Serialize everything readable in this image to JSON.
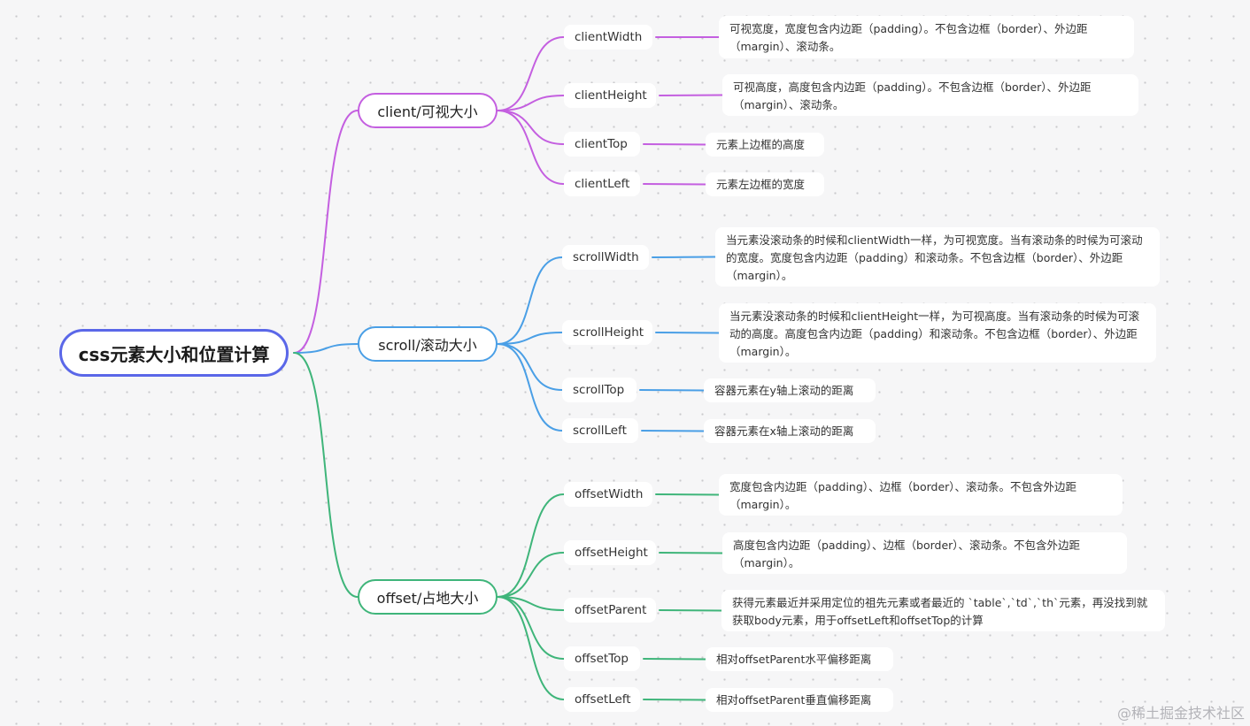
{
  "root": {
    "label": "css元素大小和位置计算",
    "color": "#5a67e8"
  },
  "branches": [
    {
      "id": "client",
      "label": "client/可视大小",
      "color": "#c45fe0",
      "children": [
        {
          "label": "clientWidth",
          "desc": "可视宽度，宽度包含内边距（padding）。不包含边框（border）、外边距（margin）、滚动条。"
        },
        {
          "label": "clientHeight",
          "desc": "可视高度，高度包含内边距（padding）。不包含边框（border）、外边距（margin）、滚动条。"
        },
        {
          "label": "clientTop",
          "desc": "元素上边框的高度"
        },
        {
          "label": "clientLeft",
          "desc": "元素左边框的宽度"
        }
      ]
    },
    {
      "id": "scroll",
      "label": "scroll/滚动大小",
      "color": "#4a9fe6",
      "children": [
        {
          "label": "scrollWidth",
          "desc": "当元素没滚动条的时候和clientWidth一样，为可视宽度。当有滚动条的时候为可滚动的宽度。宽度包含内边距（padding）和滚动条。不包含边框（border）、外边距（margin）。"
        },
        {
          "label": "scrollHeight",
          "desc": "当元素没滚动条的时候和clientHeight一样，为可视高度。当有滚动条的时候为可滚动的高度。高度包含内边距（padding）和滚动条。不包含边框（border）、外边距（margin）。"
        },
        {
          "label": "scrollTop",
          "desc": "容器元素在y轴上滚动的距离"
        },
        {
          "label": "scrollLeft",
          "desc": "容器元素在x轴上滚动的距离"
        }
      ]
    },
    {
      "id": "offset",
      "label": "offset/占地大小",
      "color": "#3fb57a",
      "children": [
        {
          "label": "offsetWidth",
          "desc": "宽度包含内边距（padding）、边框（border）、滚动条。不包含外边距（margin）。"
        },
        {
          "label": "offsetHeight",
          "desc": "高度包含内边距（padding）、边框（border）、滚动条。不包含外边距（margin）。"
        },
        {
          "label": "offsetParent",
          "desc": "获得元素最近并采用定位的祖先元素或者最近的 `table`,`td`,`th`元素，再没找到就获取body元素，用于offsetLeft和offsetTop的计算"
        },
        {
          "label": "offsetTop",
          "desc": "相对offsetParent水平偏移距离"
        },
        {
          "label": "offsetLeft",
          "desc": "相对offsetParent垂直偏移距离"
        }
      ]
    }
  ],
  "watermark": "@稀土掘金技术社区"
}
